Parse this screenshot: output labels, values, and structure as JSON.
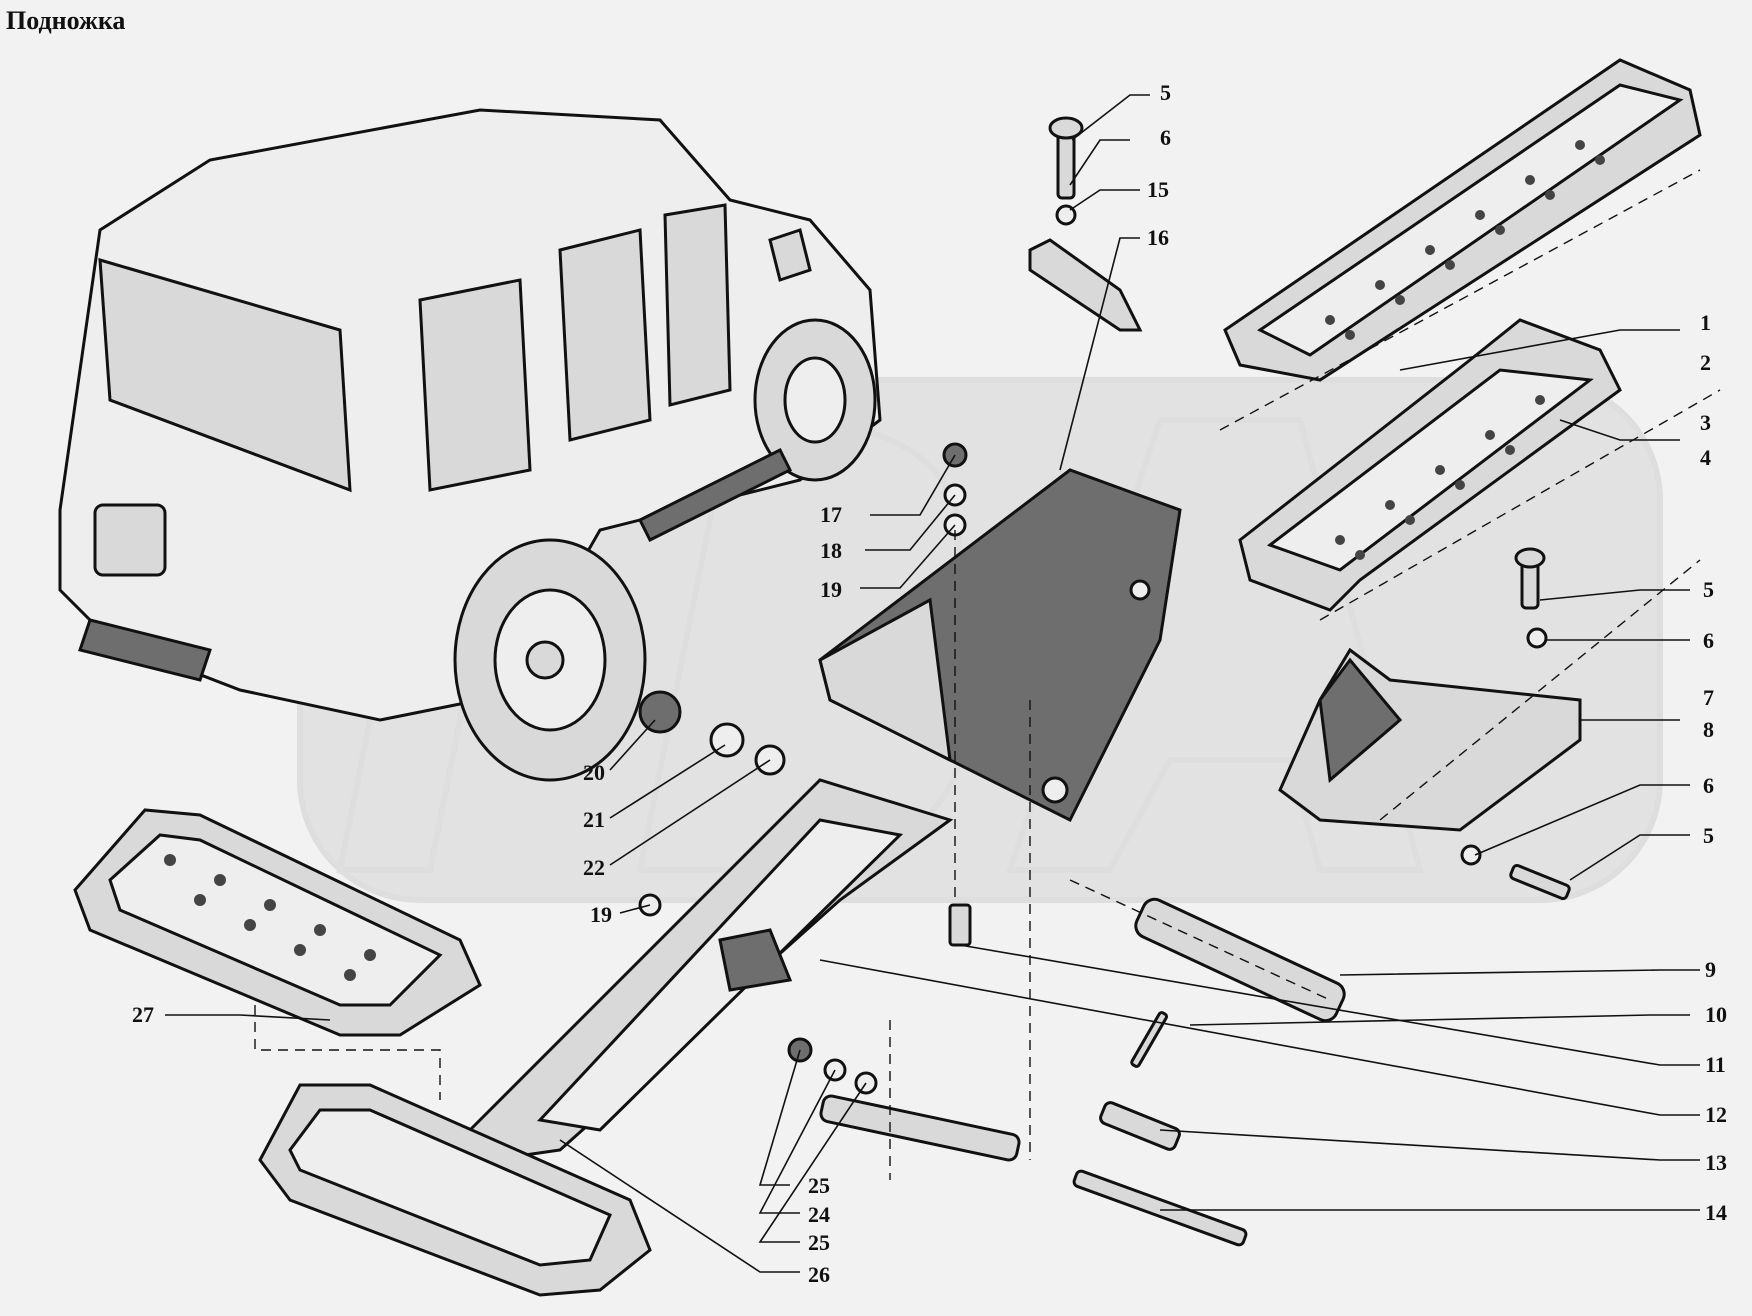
{
  "title": "Подножка",
  "callouts": [
    {
      "label": "1"
    },
    {
      "label": "2"
    },
    {
      "label": "3"
    },
    {
      "label": "4"
    },
    {
      "label": "5"
    },
    {
      "label": "5"
    },
    {
      "label": "5"
    },
    {
      "label": "6"
    },
    {
      "label": "6"
    },
    {
      "label": "6"
    },
    {
      "label": "7"
    },
    {
      "label": "8"
    },
    {
      "label": "9"
    },
    {
      "label": "10"
    },
    {
      "label": "11"
    },
    {
      "label": "12"
    },
    {
      "label": "13"
    },
    {
      "label": "14"
    },
    {
      "label": "15"
    },
    {
      "label": "16"
    },
    {
      "label": "17"
    },
    {
      "label": "18"
    },
    {
      "label": "19"
    },
    {
      "label": "19"
    },
    {
      "label": "20"
    },
    {
      "label": "21"
    },
    {
      "label": "22"
    },
    {
      "label": "24"
    },
    {
      "label": "25"
    },
    {
      "label": "25"
    },
    {
      "label": "26"
    },
    {
      "label": "27"
    }
  ],
  "colors": {
    "ink": "#111111",
    "paper": "#f2f2f2",
    "watermark": "#d6d6d6"
  }
}
